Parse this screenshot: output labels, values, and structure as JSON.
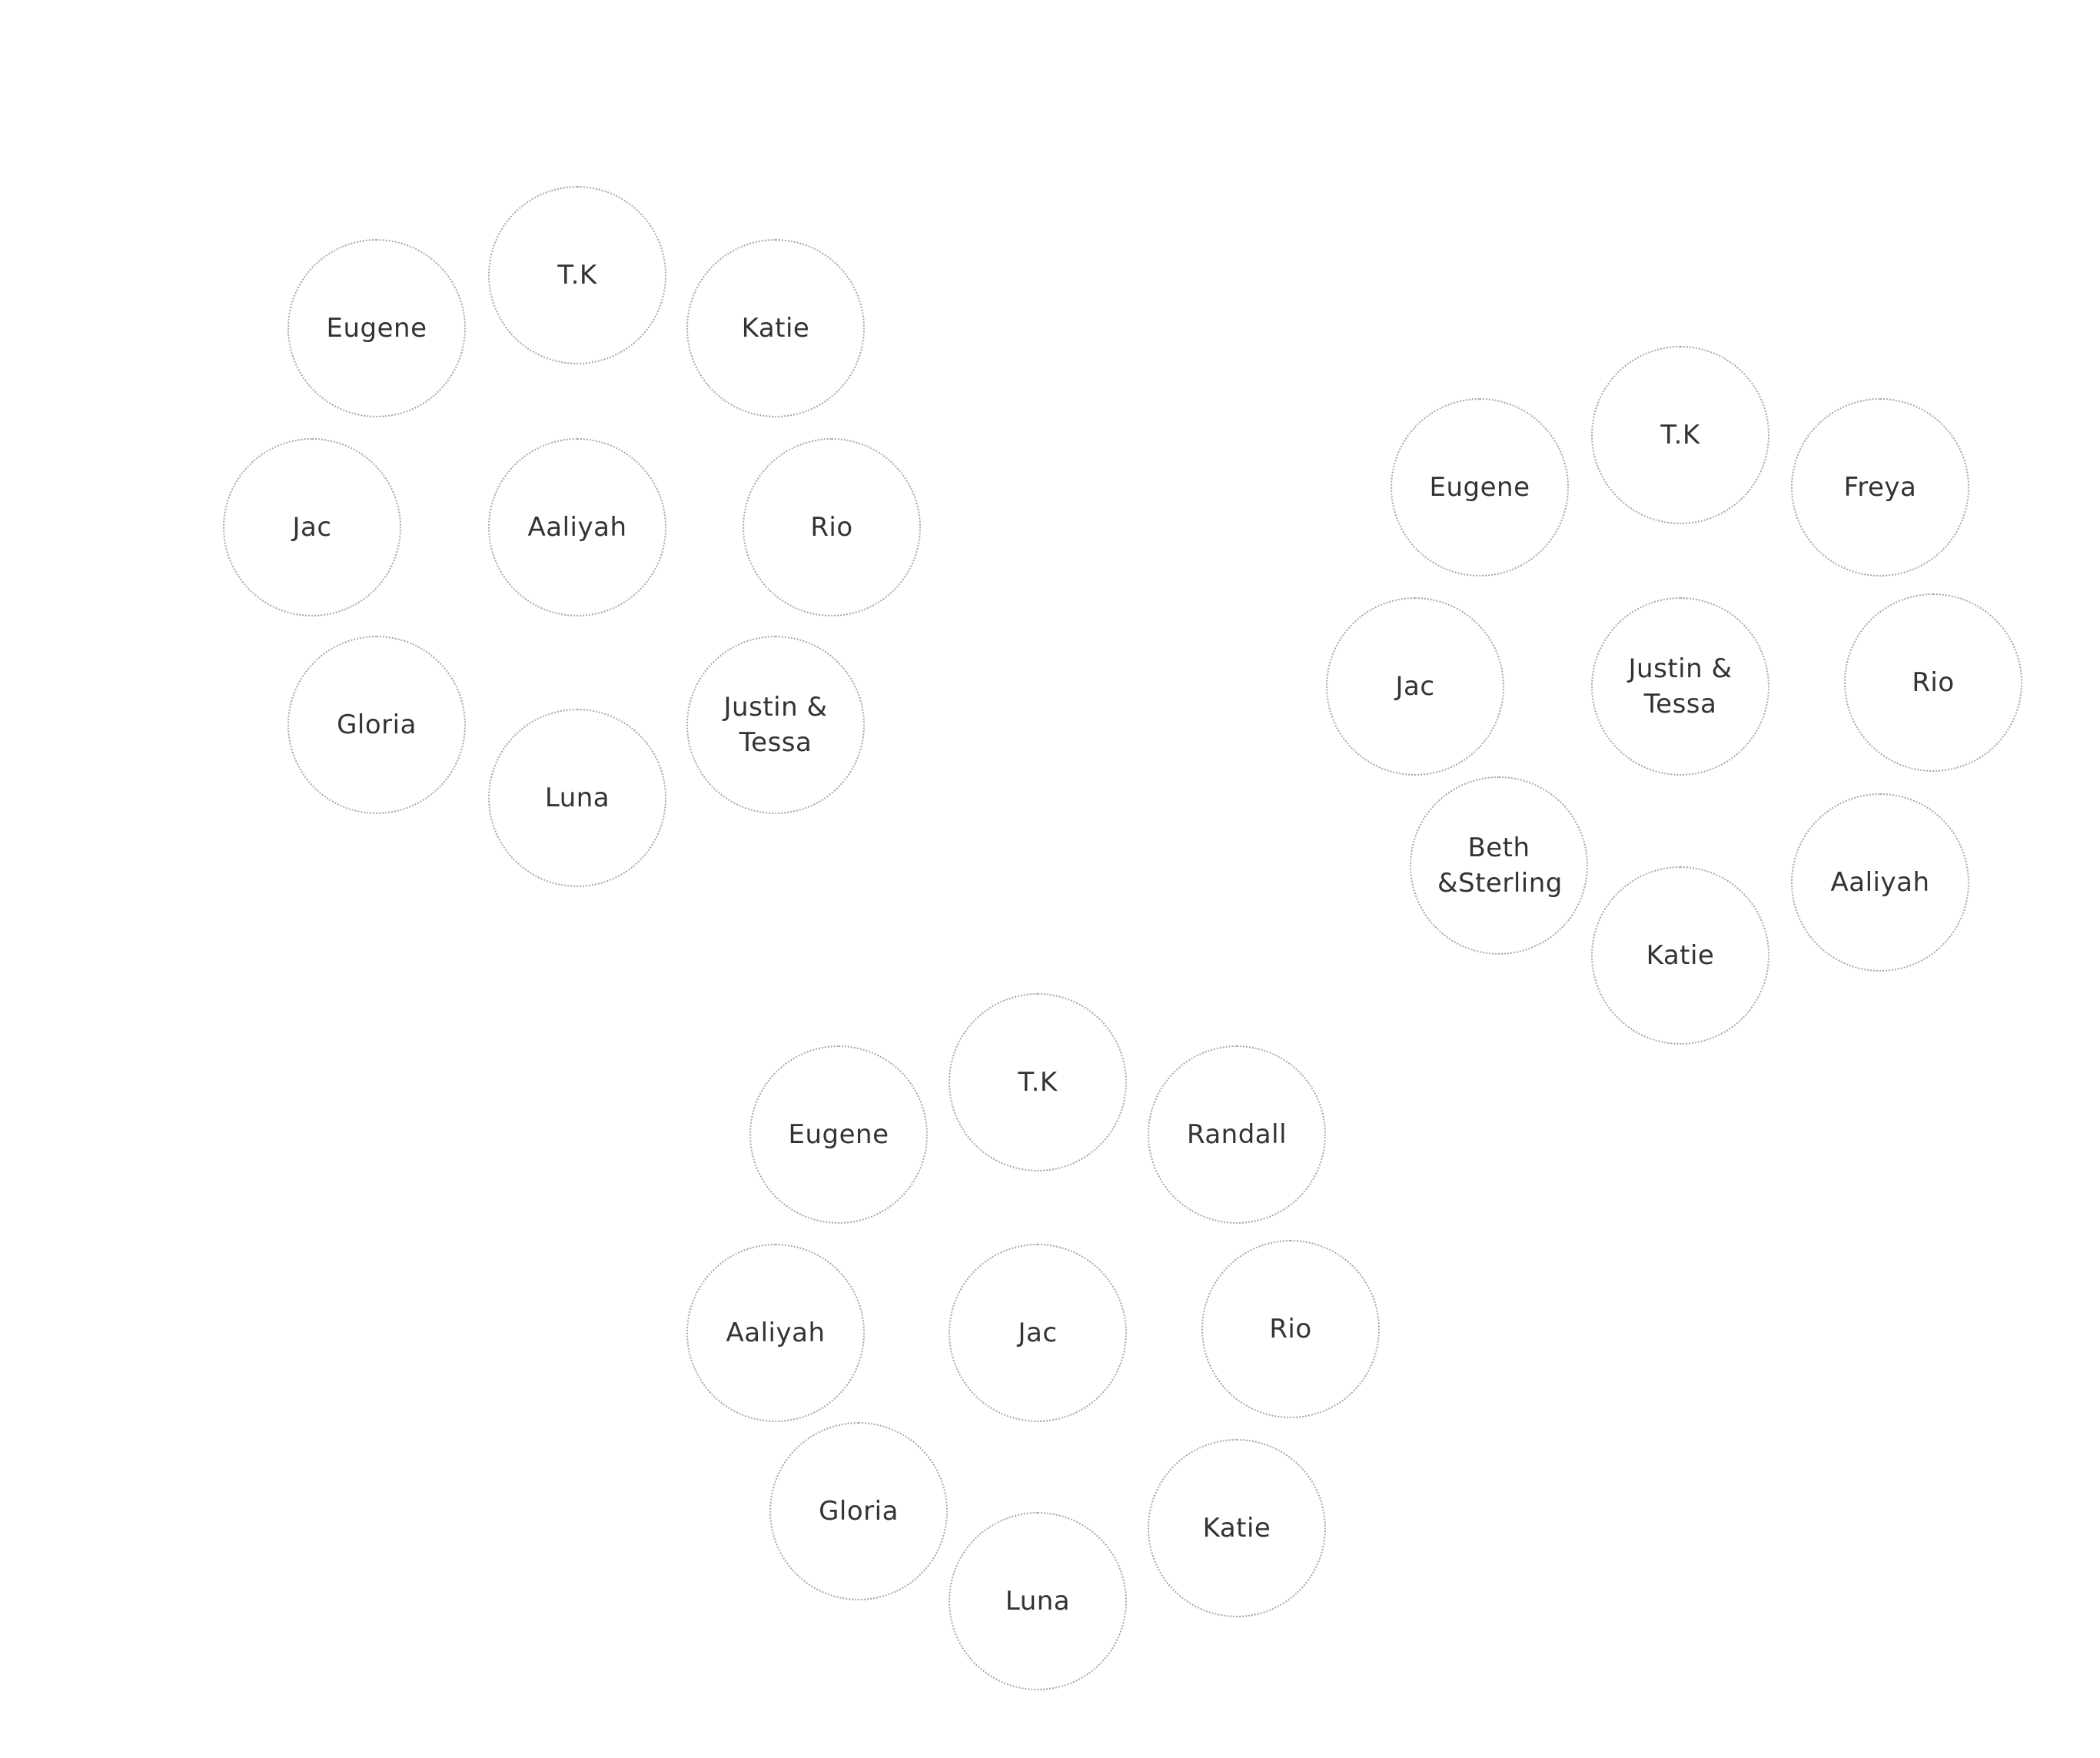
{
  "groups": [
    {
      "nodes": [
        {
          "label": "T.K"
        },
        {
          "label": "Eugene"
        },
        {
          "label": "Katie"
        },
        {
          "label": "Jac"
        },
        {
          "label": "Aaliyah"
        },
        {
          "label": "Rio"
        },
        {
          "label": "Gloria"
        },
        {
          "label": "Justin &\nTessa"
        },
        {
          "label": "Luna"
        }
      ]
    },
    {
      "nodes": [
        {
          "label": "T.K"
        },
        {
          "label": "Eugene"
        },
        {
          "label": "Freya"
        },
        {
          "label": "Jac"
        },
        {
          "label": "Justin &\nTessa"
        },
        {
          "label": "Rio"
        },
        {
          "label": "Beth\n&Sterling"
        },
        {
          "label": "Aaliyah"
        },
        {
          "label": "Katie"
        }
      ]
    },
    {
      "nodes": [
        {
          "label": "T.K"
        },
        {
          "label": "Eugene"
        },
        {
          "label": "Randall"
        },
        {
          "label": "Aaliyah"
        },
        {
          "label": "Jac"
        },
        {
          "label": "Rio"
        },
        {
          "label": "Gloria"
        },
        {
          "label": "Katie"
        },
        {
          "label": "Luna"
        }
      ]
    }
  ]
}
